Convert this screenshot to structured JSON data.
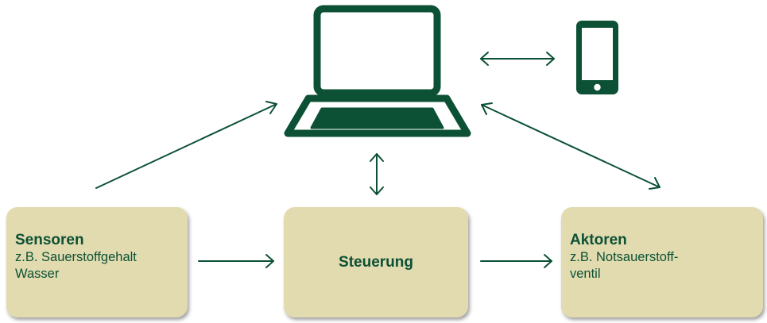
{
  "colors": {
    "accent": "#0c5135",
    "box_fill": "#e2dbb0",
    "background": "#ffffff"
  },
  "icons": {
    "laptop": "laptop-icon",
    "smartphone": "smartphone-icon"
  },
  "sensors": {
    "title": "Sensoren",
    "text": "z.B. Sauerstoffgehalt\nWasser"
  },
  "control": {
    "title": "Steuerung"
  },
  "actors": {
    "title": "Aktoren",
    "text": "z.B. Notsauerstoff-\nventil"
  }
}
